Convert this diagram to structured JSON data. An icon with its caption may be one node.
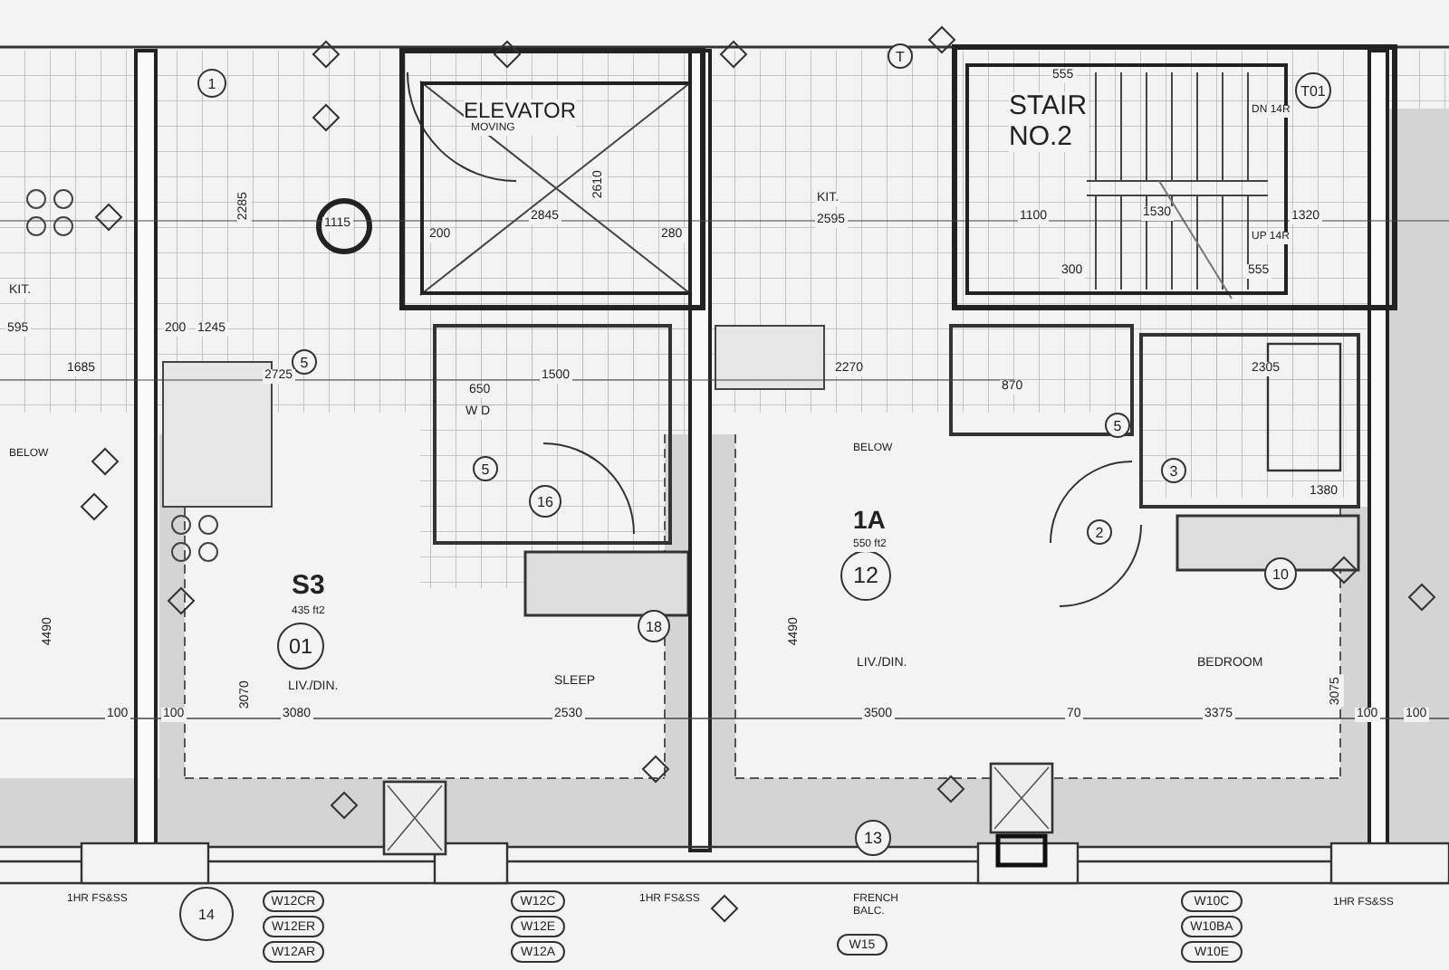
{
  "diagram": {
    "nodes": [
      {
        "text": [
          "ELEVATOR",
          "MOVING"
        ]
      },
      {
        "text": [
          "STAIR NO.2"
        ]
      },
      {
        "text": [
          "01"
        ]
      },
      {
        "text": [
          "12"
        ]
      },
      {
        "text": [
          "13"
        ]
      },
      {
        "text": [
          "14"
        ]
      },
      {
        "text": [
          "1"
        ]
      },
      {
        "text": [
          "T"
        ]
      },
      {
        "text": [
          "T01"
        ]
      },
      {
        "text": [
          "5"
        ]
      },
      {
        "text": [
          "5"
        ]
      },
      {
        "text": [
          "5"
        ]
      },
      {
        "text": [
          "3"
        ]
      },
      {
        "text": [
          "2"
        ]
      },
      {
        "text": [
          "10"
        ]
      },
      {
        "text": [
          "16"
        ]
      },
      {
        "text": [
          "18"
        ]
      },
      {
        "text": [
          "W12CR"
        ]
      },
      {
        "text": [
          "W12ER"
        ]
      },
      {
        "text": [
          "W12AR"
        ]
      },
      {
        "text": [
          "W12C"
        ]
      },
      {
        "text": [
          "W12E"
        ]
      },
      {
        "text": [
          "W12A"
        ]
      },
      {
        "text": [
          "W15"
        ]
      },
      {
        "text": [
          "W10C"
        ]
      },
      {
        "text": [
          "W10BA"
        ]
      },
      {
        "text": [
          "W10E"
        ]
      }
    ],
    "labels": [
      "KIT.",
      "595",
      "200",
      "1245",
      "2285",
      "1115",
      "2845",
      "2610",
      "200",
      "280",
      "KIT.",
      "2595",
      "555",
      "1100",
      "1530",
      "1320",
      "DN 14R",
      "UP 14R",
      "300",
      "555",
      "1685",
      "2725",
      "1500",
      "650",
      "W D",
      "BELOW",
      "S3",
      "435 ft2",
      "1A",
      "550 ft2",
      "LIV./DIN.",
      "SLEEP",
      "LIV./DIN.",
      "BEDROOM",
      "100",
      "100",
      "3080",
      "2530",
      "3500",
      "70",
      "3375",
      "100",
      "100",
      "2270",
      "870",
      "2305",
      "1380",
      "BELOW",
      "1HR FS&SS",
      "1HR FS&SS",
      "FRENCH BALC.",
      "1HR FS&SS",
      "4490",
      "4490",
      "3070",
      "3075"
    ]
  }
}
